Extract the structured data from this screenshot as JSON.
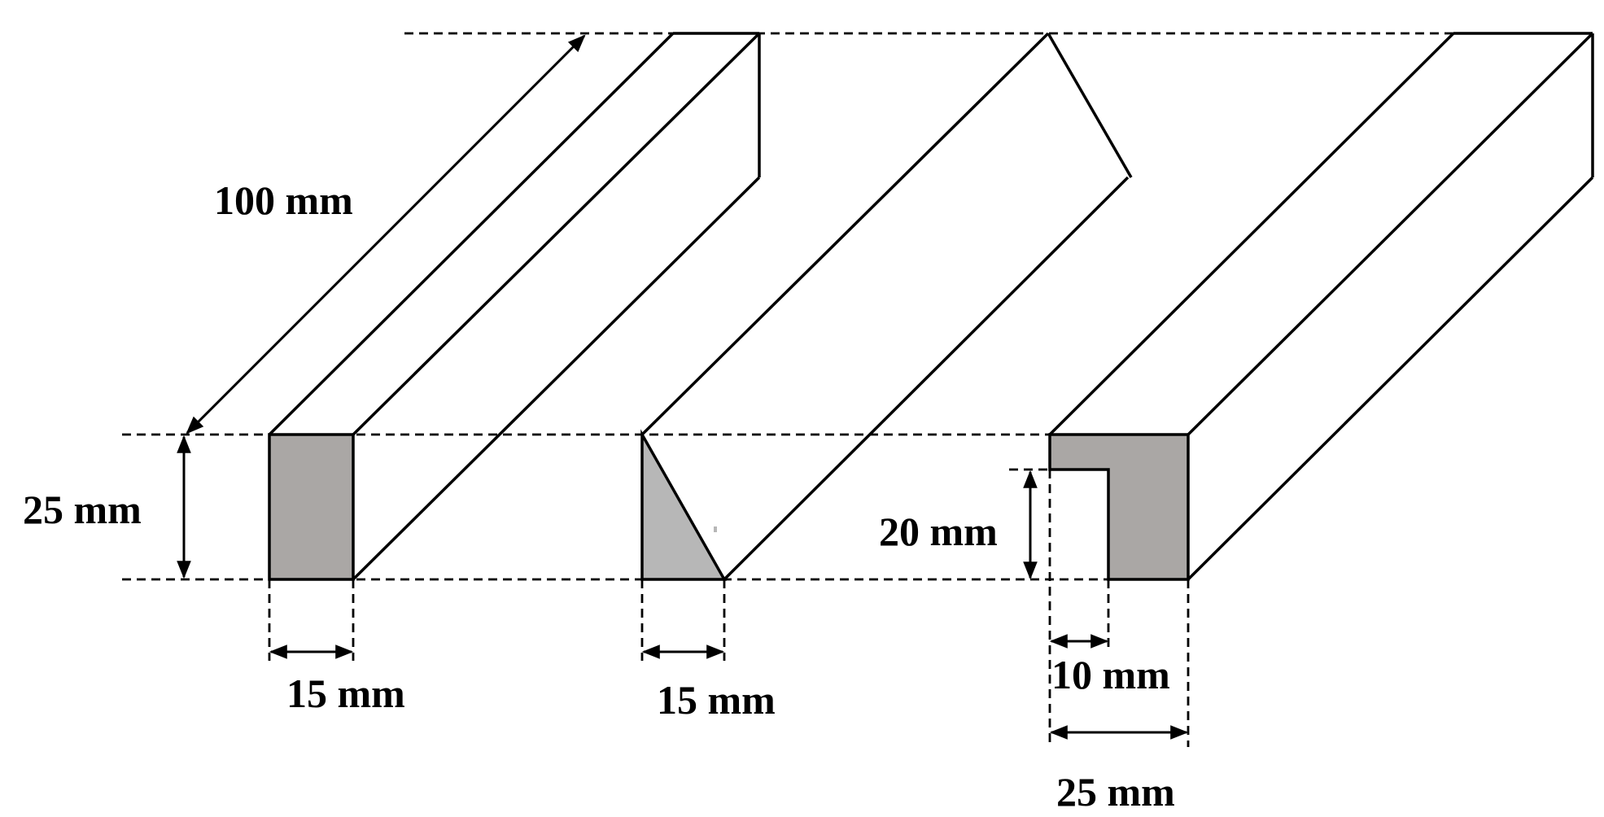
{
  "colors": {
    "line": "#000000",
    "cross_section_fill": "#aaa7a5",
    "triangle_fill": "#b7b7b7",
    "background": "#ffffff"
  },
  "labels": {
    "length": "100 mm",
    "height": "25 mm",
    "rect_width": "15 mm",
    "tri_width": "15 mm",
    "notch_height": "20 mm",
    "notch_width": "10 mm",
    "l_width": "25 mm"
  }
}
